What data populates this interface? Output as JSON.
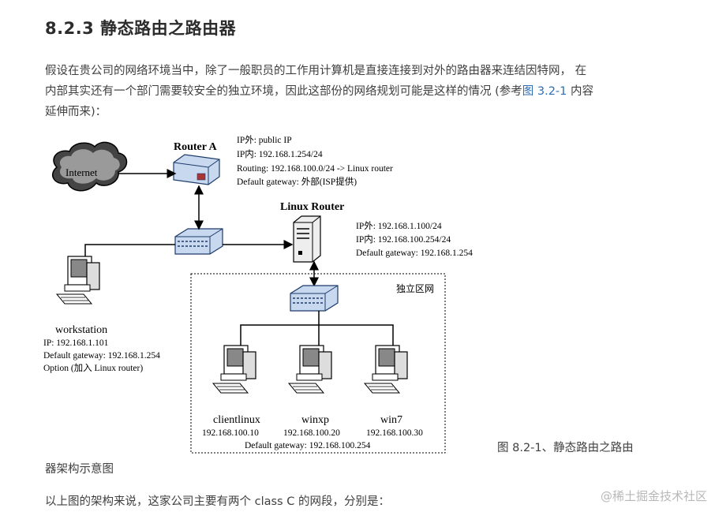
{
  "heading": "8.2.3 静态路由之路由器",
  "intro": {
    "line1": "假设在贵公司的网络环境当中，除了一般职员的工作用计算机是直接连接到对外的路由器来连结因特网， 在",
    "line2_a": "内部其实还有一个部门需要较安全的独立环境，因此这部份的网络规划可能是这样的情况 (参考",
    "line2_link": "图 3.2-1",
    "line2_b": " 内容",
    "line3": "延伸而来)："
  },
  "diagram": {
    "internet_label": "Internet",
    "router_a": {
      "title": "Router A",
      "lines": [
        "IP外: public IP",
        "IP内: 192.168.1.254/24",
        "Routing: 192.168.100.0/24 -> Linux router",
        "Default gateway: 外部(ISP提供)"
      ]
    },
    "linux_router": {
      "title": "Linux Router",
      "lines": [
        "IP外: 192.168.1.100/24",
        "IP内: 192.168.100.254/24",
        "Default gateway: 192.168.1.254"
      ]
    },
    "workstation": {
      "name": "workstation",
      "lines": [
        "IP: 192.168.1.101",
        "Default gateway: 192.168.1.254",
        "Option (加入 Linux router)"
      ]
    },
    "isolated_label": "独立区网",
    "clients": [
      {
        "name": "clientlinux",
        "ip": "192.168.100.10"
      },
      {
        "name": "winxp",
        "ip": "192.168.100.20"
      },
      {
        "name": "win7",
        "ip": "192.168.100.30"
      }
    ],
    "clients_gateway": "Default gateway: 192.168.100.254"
  },
  "caption_part1": "图 8.2-1、静态路由之路由",
  "caption_part2": "器架构示意图",
  "outro": "以上图的架构来说，这家公司主要有两个 class C 的网段，分别是：",
  "watermark": "@稀土掘金技术社区",
  "colors": {
    "link": "#2f6db5",
    "switch_blue": "#c8d8ee",
    "device_outline": "#1d3b6b"
  }
}
